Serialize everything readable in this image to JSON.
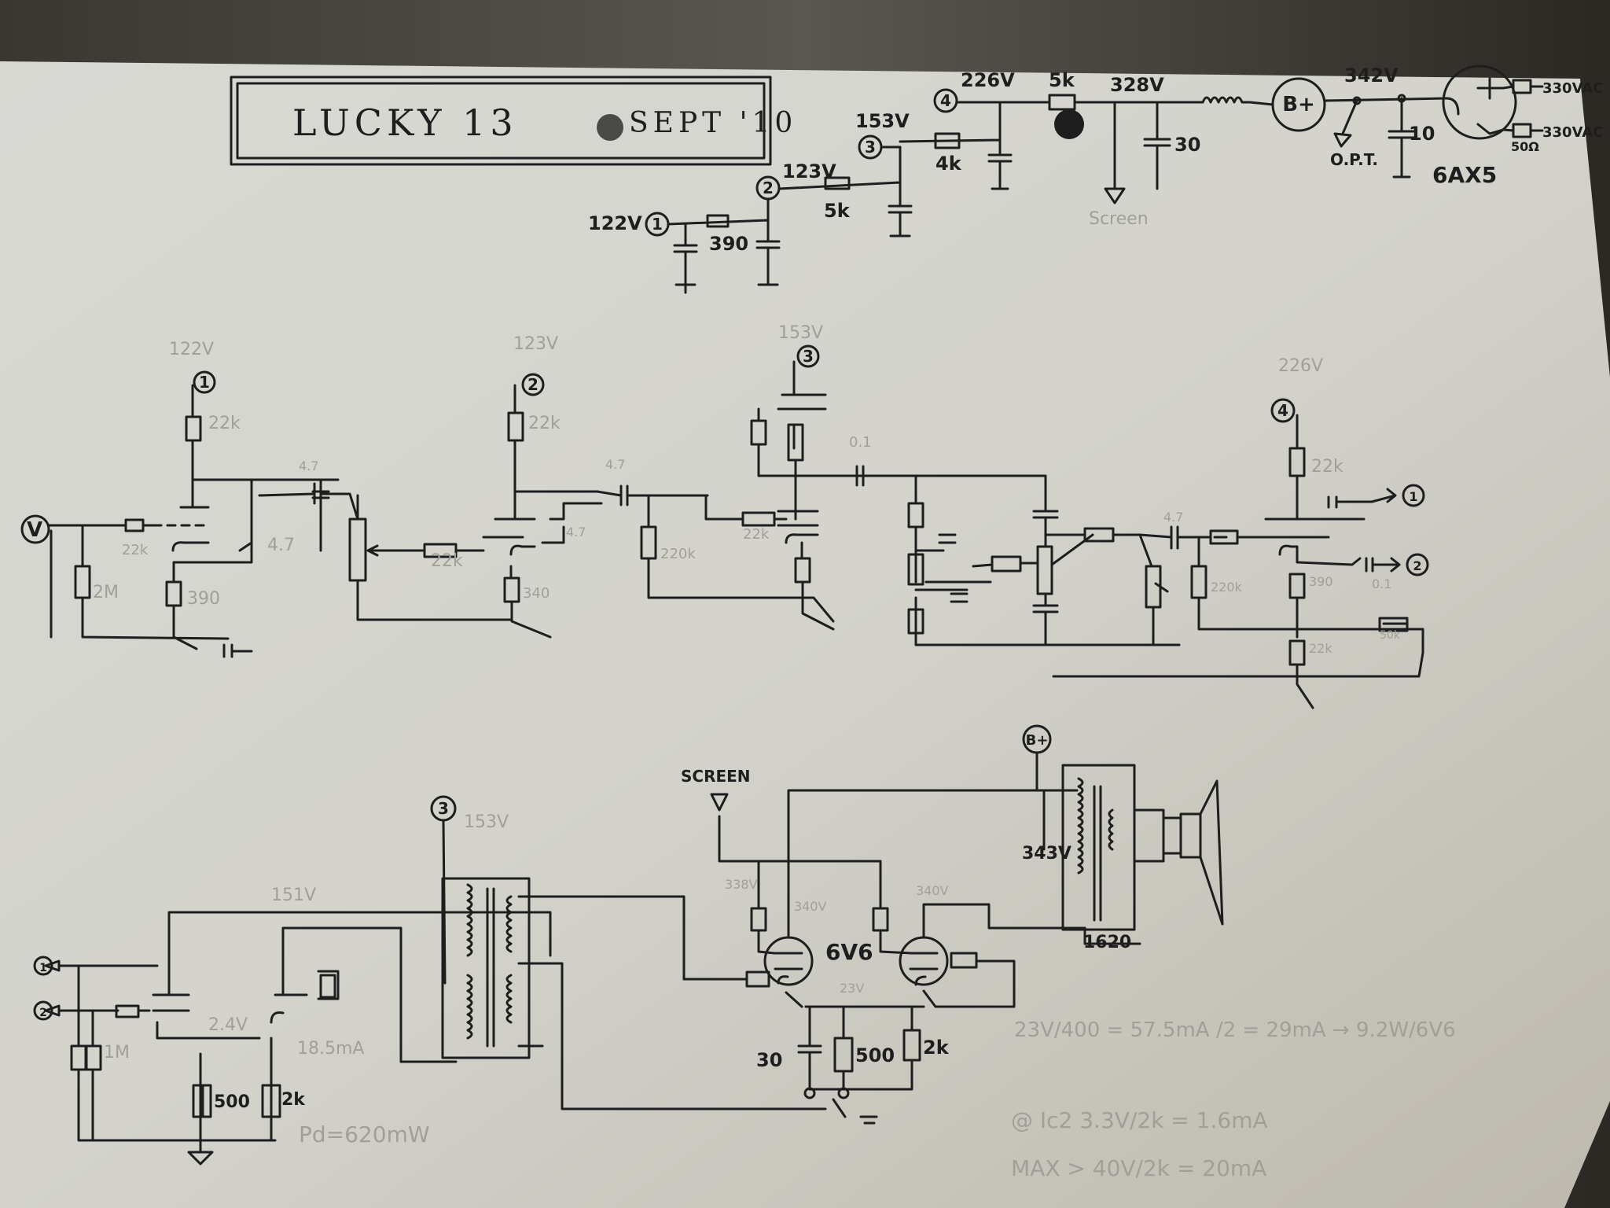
{
  "title_block": {
    "name": "LUCKY 13",
    "date": "SEPT '10"
  },
  "power_supply": {
    "node_labels": [
      "1",
      "2",
      "3",
      "4"
    ],
    "voltages": {
      "n1": "122V",
      "n2": "123V",
      "n3": "153V",
      "n4": "226V",
      "filter": "328V",
      "rect": "342V"
    },
    "resistors": {
      "r390": "390",
      "r5k_a": "5k",
      "r4k": "4k",
      "r5k_b": "5k",
      "r50": "50Ω"
    },
    "caps": {
      "c30": "30",
      "c10": "10"
    },
    "bplus": "B+",
    "opt": "O.P.T.",
    "rectifier": "6AX5",
    "vac": [
      "330VAC",
      "330VAC"
    ],
    "screen_note": "Screen"
  },
  "preamp": {
    "v1": "122V",
    "v2": "123V",
    "v3": "153V",
    "v4": "226V",
    "input": "V",
    "parts": [
      "22k",
      "4.7",
      "22k",
      "2M",
      "390",
      "4.7",
      "22k",
      "22k",
      "4.7",
      "4.7",
      "340",
      "220k",
      "22k",
      "0.1",
      "22k",
      "4.7",
      "220k",
      "390",
      "22k",
      "0.1",
      "50k"
    ],
    "out_labels": [
      "1",
      "2"
    ]
  },
  "power_amp": {
    "screen": "SCREEN",
    "node3": "3",
    "v153": "153V",
    "v151": "151V",
    "in_labels": [
      "1",
      "2"
    ],
    "pi_parts": {
      "r1m": "1M",
      "r500": "500",
      "r2k": "2k",
      "v24": "2.4V",
      "current": "18.5mA",
      "pd": "Pd=620mW"
    },
    "tube": "6V6",
    "v338": "338V",
    "v340a": "340V",
    "v340b": "340V",
    "v23": "23V",
    "cath": {
      "c30": "30",
      "r500": "500",
      "r2k": "2k"
    },
    "bplus": "B+",
    "v343": "343V",
    "ot": "1620"
  },
  "notes": [
    "23V/400 = 57.5mA /2 = 29mA → 9.2W/6V6",
    "@ Ic2  3.3V/2k = 1.6mA",
    "MAX > 40V/2k = 20mA"
  ]
}
